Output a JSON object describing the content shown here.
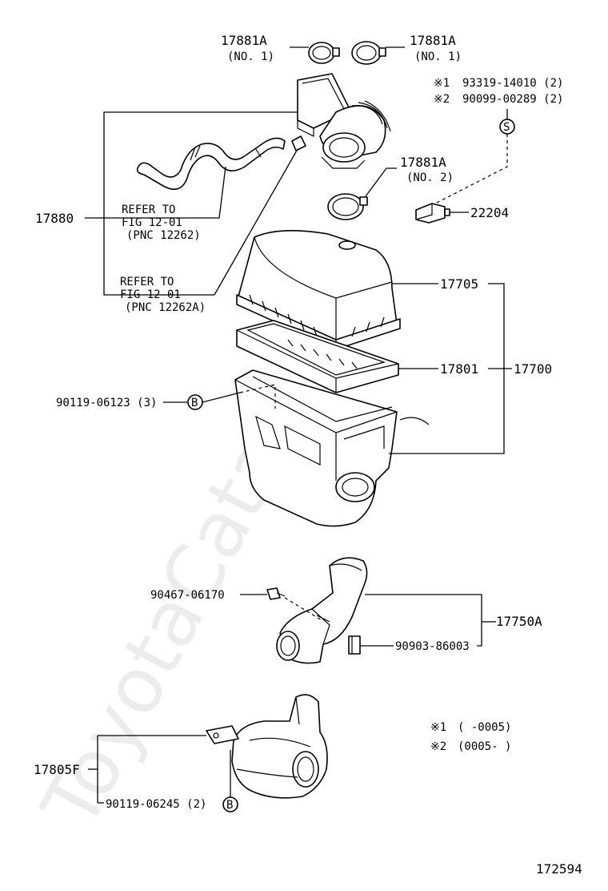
{
  "labels": {
    "clamp_a": "17881A",
    "clamp_a_no": "(NO. 1)",
    "clamp_b": "17881A",
    "clamp_b_no": "(NO. 1)",
    "clamp_c": "17881A",
    "clamp_c_no": "(NO. 2)",
    "note1_mark": "※1",
    "note1_part": "93319-14010 (2)",
    "note2_mark": "※2",
    "note2_part": "90099-00289 (2)",
    "s_symbol": "S",
    "sensor": "22204",
    "hose_assy": "17880",
    "refer1_l1": "REFER TO",
    "refer1_l2": "FIG 12-01",
    "refer1_l3": "(PNC 12262)",
    "refer2_l1": "REFER TO",
    "refer2_l2": "FIG 12-01",
    "refer2_l3": "(PNC 12262A)",
    "cap": "17705",
    "element": "17801",
    "cleaner_assy": "17700",
    "bolt_b": "90119-06123 (3)",
    "b_symbol_1": "B",
    "screw": "90467-06170",
    "inlet": "17750A",
    "clip": "90903-86003",
    "resonator": "17805F",
    "bolt_b2": "90119-06245 (2)",
    "b_symbol_2": "B",
    "legend1_mark": "※1",
    "legend1_text": "(        -0005)",
    "legend2_mark": "※2",
    "legend2_text": "(0005-        )",
    "diagram_no": "172594",
    "watermark": "ToyotaCatalog.ru"
  }
}
